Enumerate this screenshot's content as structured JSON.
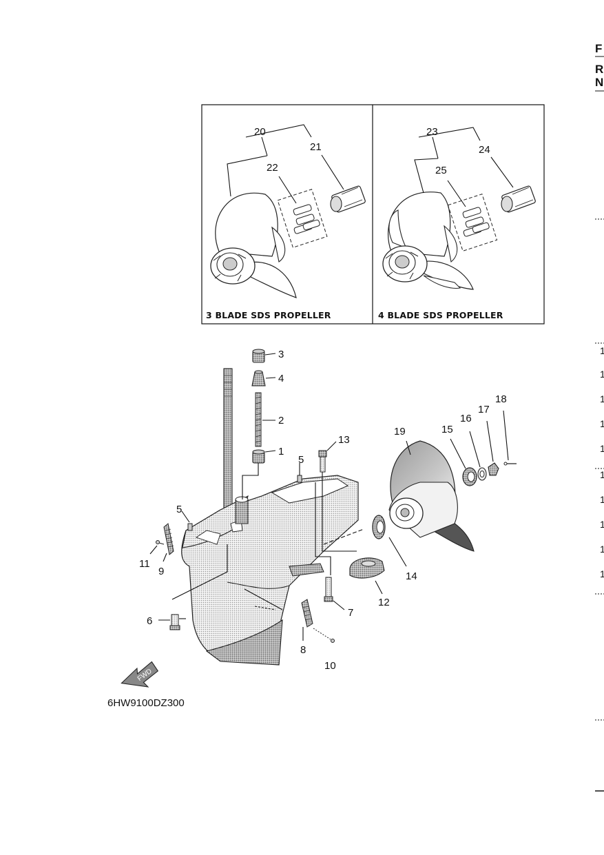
{
  "edge": {
    "letters": [
      "F",
      "R",
      "N"
    ],
    "numbers": [
      "1",
      "1",
      "1",
      "1",
      "1",
      "1",
      "1",
      "1",
      "1",
      "1"
    ]
  },
  "panels": {
    "three_blade": {
      "label": "3 BLADE SDS PROPELLER",
      "callouts": [
        "20",
        "21",
        "22"
      ]
    },
    "four_blade": {
      "label": "4 BLADE SDS PROPELLER",
      "callouts": [
        "23",
        "24",
        "25"
      ]
    }
  },
  "callouts": [
    "3",
    "4",
    "2",
    "1",
    "13",
    "5",
    "5",
    "11",
    "9",
    "6",
    "7",
    "8",
    "10",
    "12",
    "14",
    "15",
    "16",
    "17",
    "18",
    "19"
  ],
  "fwd_label": "FWD",
  "figure_code": "6HW9100DZ300"
}
